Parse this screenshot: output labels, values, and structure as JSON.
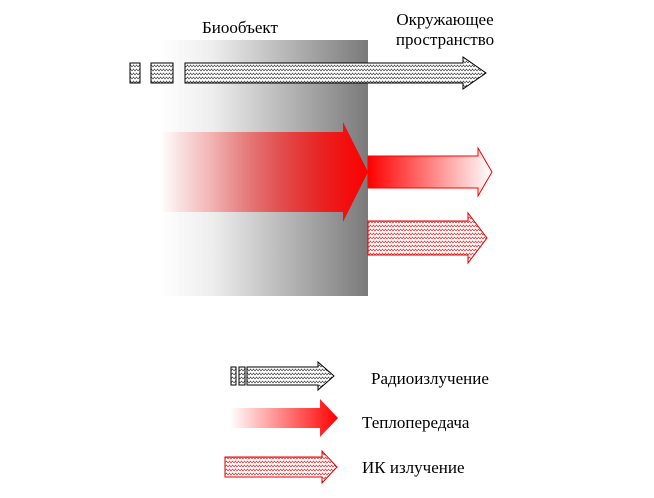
{
  "labels": {
    "bioobject": "Биообъект",
    "environment_line1": "Окружающее",
    "environment_line2": "пространство"
  },
  "legend": {
    "radio": "Радиоизлучение",
    "heat": "Теплопередача",
    "ir": "ИК излучение"
  },
  "colors": {
    "heat_red": "#ff0000",
    "ir_red": "#e00000",
    "bio_gray_dark": "#808080",
    "outline": "#000000"
  },
  "icons": {
    "radio": "radio-emission-arrow-icon",
    "heat": "heat-transfer-arrow-icon",
    "ir": "ir-emission-arrow-icon"
  }
}
